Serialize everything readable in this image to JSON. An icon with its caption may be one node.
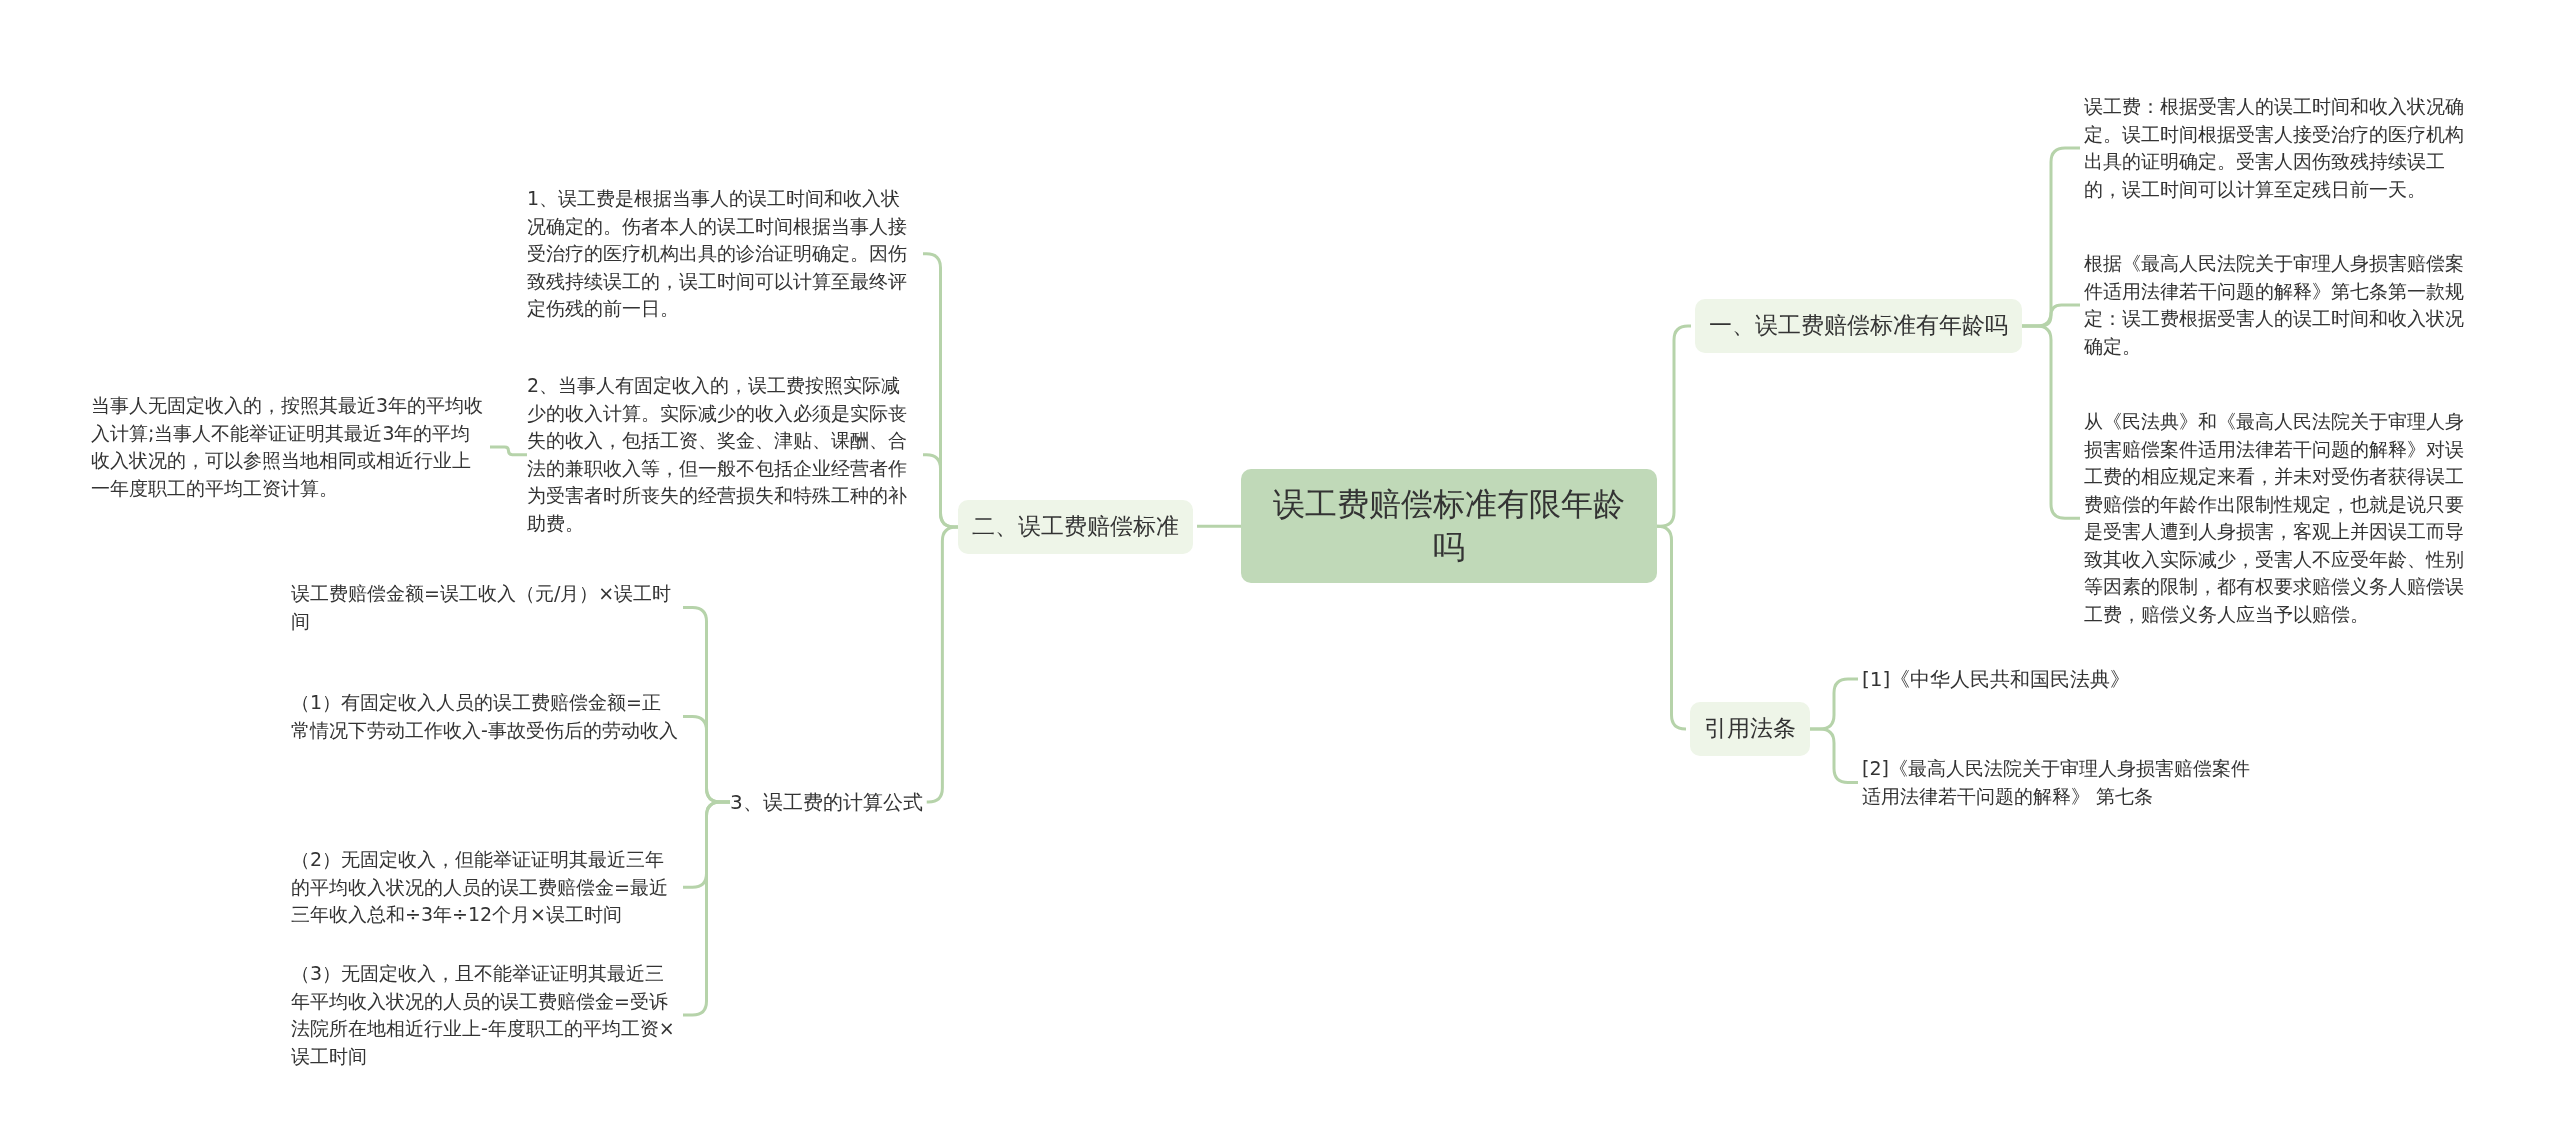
{
  "diagram": {
    "nodes": [
      {
        "text": [
          "误工费赔偿标准有限年龄吗"
        ]
      },
      {
        "text": [
          "二、误工费赔偿标准"
        ]
      },
      {
        "text": [
          "1、误工费是根据当事人的误工时间和收入状况确定的。伤者本人的误工时间根据当事人接受治疗的医疗机构出具的诊治证明确定。因伤致残持续误工的，误工时间可以计算至最终评定伤残的前一日。"
        ]
      },
      {
        "text": [
          "2、当事人有固定收入的，误工费按照实际减少的收入计算。实际减少的收入必须是实际丧失的收入，包括工资、奖金、津贴、课酬、合法的兼职收入等，但一般不包括企业经营者作为受害者时所丧失的经营损失和特殊工种的补助费。"
        ]
      },
      {
        "text": [
          "当事人无固定收入的，按照其最近3年的平均收入计算;当事人不能举证证明其最近3年的平均收入状况的，可以参照当地相同或相近行业上一年度职工的平均工资计算。"
        ]
      },
      {
        "text": [
          "3、误工费的计算公式"
        ]
      },
      {
        "text": [
          "误工费赔偿金额=误工收入（元/月）×误工时间"
        ]
      },
      {
        "text": [
          "（1）有固定收入人员的误工费赔偿金额=正常情况下劳动工作收入-事故受伤后的劳动收入"
        ]
      },
      {
        "text": [
          "（2）无固定收入，但能举证证明其最近三年的平均收入状况的人员的误工费赔偿金=最近三年收入总和÷3年÷12个月×误工时间"
        ]
      },
      {
        "text": [
          "（3）无固定收入，且不能举证证明其最近三年平均收入状况的人员的误工费赔偿金=受诉法院所在地相近行业上-年度职工的平均工资×误工时间"
        ]
      },
      {
        "text": [
          "一、误工费赔偿标准有年龄吗"
        ]
      },
      {
        "text": [
          "误工费：根据受害人的误工时间和收入状况确定。误工时间根据受害人接受治疗的医疗机构出具的证明确定。受害人因伤致残持续误工的，误工时间可以计算至定残日前一天。"
        ]
      },
      {
        "text": [
          "根据《最高人民法院关于审理人身损害赔偿案件适用法律若干问题的解释》第七条第一款规定：误工费根据受害人的误工时间和收入状况确定。"
        ]
      },
      {
        "text": [
          "从《民法典》和《最高人民法院关于审理人身损害赔偿案件适用法律若干问题的解释》对误工费的相应规定来看，并未对受伤者获得误工费赔偿的年龄作出限制性规定，也就是说只要是受害人遭到人身损害，客观上并因误工而导致其收入实际减少，受害人不应受年龄、性别等因素的限制，都有权要求赔偿义务人赔偿误工费，赔偿义务人应当予以赔偿。"
        ]
      },
      {
        "text": [
          "引用法条"
        ]
      },
      {
        "text": [
          "[1]《中华人民共和国民法典》"
        ]
      },
      {
        "text": [
          "[2]《最高人民法院关于审理人身损害赔偿案件适用法律若干问题的解释》 第七条"
        ]
      }
    ],
    "edges": [
      {
        "from": 0,
        "to": 1,
        "arrow": "none"
      },
      {
        "from": 1,
        "to": 2,
        "arrow": "none"
      },
      {
        "from": 1,
        "to": 3,
        "arrow": "none"
      },
      {
        "from": 3,
        "to": 4,
        "arrow": "none"
      },
      {
        "from": 1,
        "to": 5,
        "arrow": "none"
      },
      {
        "from": 5,
        "to": 6,
        "arrow": "none"
      },
      {
        "from": 5,
        "to": 7,
        "arrow": "none"
      },
      {
        "from": 5,
        "to": 8,
        "arrow": "none"
      },
      {
        "from": 5,
        "to": 9,
        "arrow": "none"
      },
      {
        "from": 0,
        "to": 10,
        "arrow": "none"
      },
      {
        "from": 10,
        "to": 11,
        "arrow": "none"
      },
      {
        "from": 10,
        "to": 12,
        "arrow": "none"
      },
      {
        "from": 10,
        "to": 13,
        "arrow": "none"
      },
      {
        "from": 0,
        "to": 14,
        "arrow": "none"
      },
      {
        "from": 14,
        "to": 15,
        "arrow": "none"
      },
      {
        "from": 14,
        "to": 16,
        "arrow": "none"
      }
    ]
  }
}
